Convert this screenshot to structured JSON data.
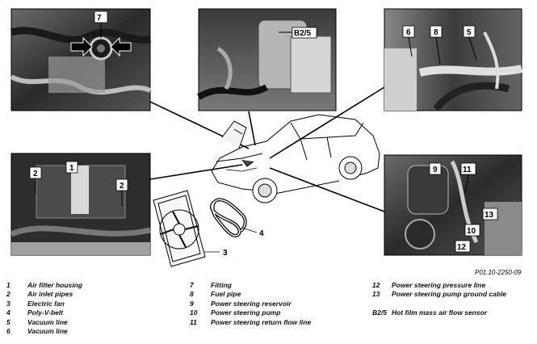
{
  "labels": {
    "p1": "7",
    "p2": "B2/5",
    "p3a": "6",
    "p3b": "8",
    "p3c": "5",
    "p4a": "2",
    "p4b": "1",
    "p4c": "2",
    "p5a": "9",
    "p5b": "11",
    "p5c": "13",
    "p5d": "10",
    "p5e": "12",
    "c4": "4",
    "c3": "3"
  },
  "reference_code": "P01.10-2250-09",
  "legend": {
    "col1": [
      {
        "num": "1",
        "text": "Air filter housing"
      },
      {
        "num": "2",
        "text": "Air inlet pipes"
      },
      {
        "num": "3",
        "text": "Electric fan"
      },
      {
        "num": "4",
        "text": "Poly-V-belt"
      },
      {
        "num": "5",
        "text": "Vacuum line"
      },
      {
        "num": "6",
        "text": "Vacuum line"
      }
    ],
    "col2": [
      {
        "num": "7",
        "text": "Fitting"
      },
      {
        "num": "8",
        "text": "Fuel pipe"
      },
      {
        "num": "9",
        "text": "Power steering reservoir"
      },
      {
        "num": "10",
        "text": "Power steering pump"
      },
      {
        "num": "11",
        "text": "Power steering return flow line"
      }
    ],
    "col3": [
      {
        "num": "12",
        "text": "Power steering pressure line"
      },
      {
        "num": "13",
        "text": "Power steering pump ground cable"
      }
    ],
    "col3_extra": {
      "num": "B2/5",
      "text": "Hot film mass air flow sensor"
    }
  }
}
